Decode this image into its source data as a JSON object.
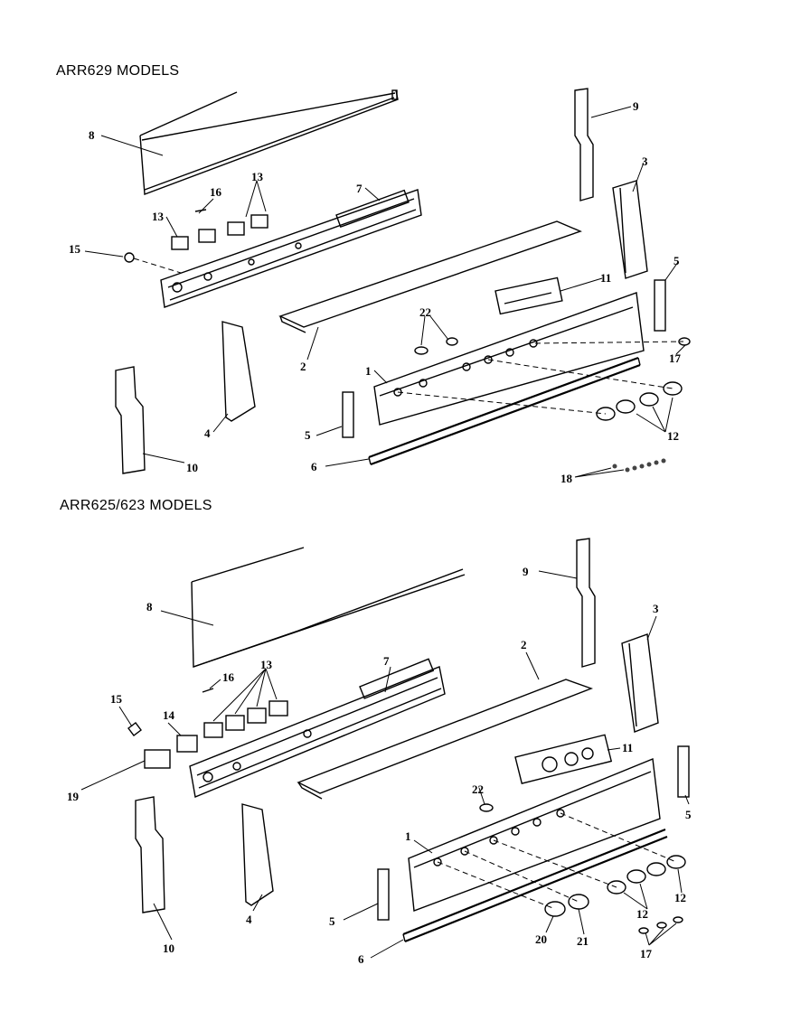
{
  "diagram": {
    "sections": [
      {
        "title": "ARR629 MODELS",
        "callouts": [
          "8",
          "16",
          "13",
          "13",
          "7",
          "9",
          "3",
          "15",
          "2",
          "11",
          "5",
          "22",
          "1",
          "17",
          "4",
          "5",
          "12",
          "10",
          "6",
          "18"
        ]
      },
      {
        "title": "ARR625/623 MODELS",
        "callouts": [
          "8",
          "9",
          "3",
          "2",
          "7",
          "16",
          "13",
          "15",
          "14",
          "11",
          "19",
          "22",
          "5",
          "1",
          "10",
          "4",
          "12",
          "12",
          "5",
          "20",
          "21",
          "17",
          "6"
        ]
      }
    ]
  }
}
